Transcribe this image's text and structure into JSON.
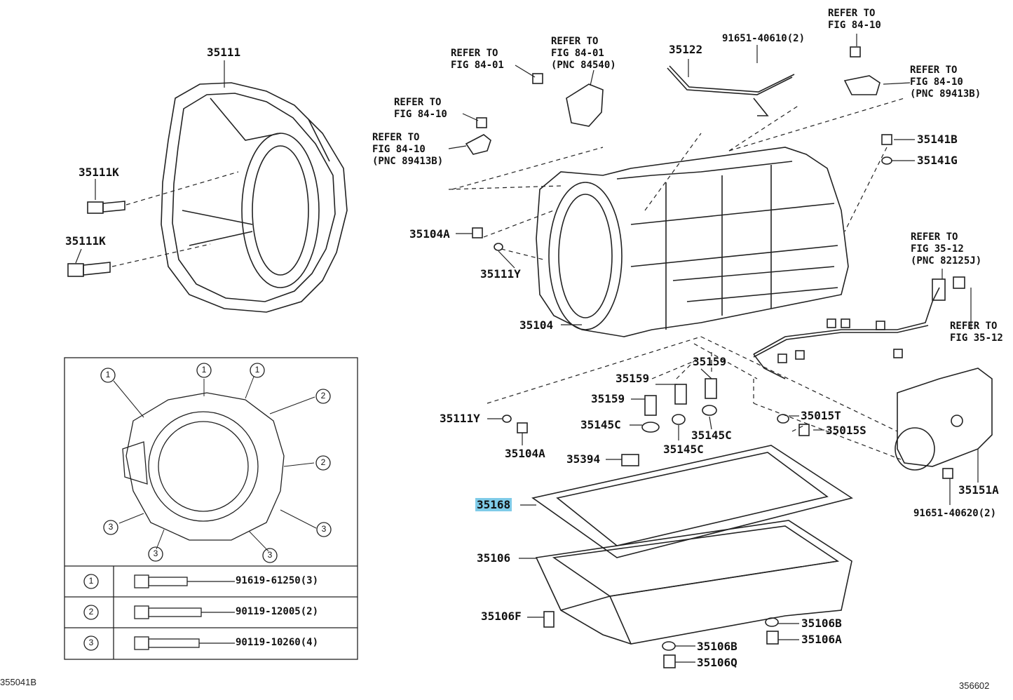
{
  "labels": {
    "p35111": "35111",
    "p35111K_a": "35111K",
    "p35111K_b": "35111K",
    "p35104A_a": "35104A",
    "p35111Y_a": "35111Y",
    "p35104": "35104",
    "p35122": "35122",
    "p91651_40610": "91651-40610(2)",
    "p35141B": "35141B",
    "p35141G": "35141G",
    "p35159_a": "35159",
    "p35159_b": "35159",
    "p35159_c": "35159",
    "p35111Y_b": "35111Y",
    "p35145C_a": "35145C",
    "p35145C_b": "35145C",
    "p35145C_c": "35145C",
    "p35104A_b": "35104A",
    "p35394": "35394",
    "p35015T": "35015T",
    "p35015S": "35015S",
    "p35168": "35168",
    "p35106": "35106",
    "p35106F": "35106F",
    "p35106B_a": "35106B",
    "p35106A": "35106A",
    "p35106B_b": "35106B",
    "p35106Q": "35106Q",
    "p35151A": "35151A",
    "p91651_40620": "91651-40620(2)"
  },
  "notes": {
    "n1": "REFER TO\nFIG 84-01",
    "n2": "REFER TO\nFIG 84-01\n(PNC 84540)",
    "n3": "REFER TO\nFIG 84-10",
    "n4": "REFER TO\nFIG 84-10\n(PNC 89413B)",
    "n5": "REFER TO\nFIG 84-10",
    "n6": "REFER TO\nFIG 84-10\n(PNC 89413B)",
    "n7": "REFER TO\nFIG 35-12\n(PNC 82125J)",
    "n8": "REFER TO\nFIG 35-12"
  },
  "key_table": {
    "rows": [
      {
        "num": "1",
        "part": "91619-61250(3)"
      },
      {
        "num": "2",
        "part": "90119-12005(2)"
      },
      {
        "num": "3",
        "part": "90119-10260(4)"
      }
    ]
  },
  "inset_callouts": [
    "1",
    "1",
    "1",
    "2",
    "2",
    "3",
    "3",
    "3",
    "3"
  ],
  "highlight_color": "#7fcbe8",
  "figure_ids": {
    "left": "355041B",
    "right": "356602"
  }
}
